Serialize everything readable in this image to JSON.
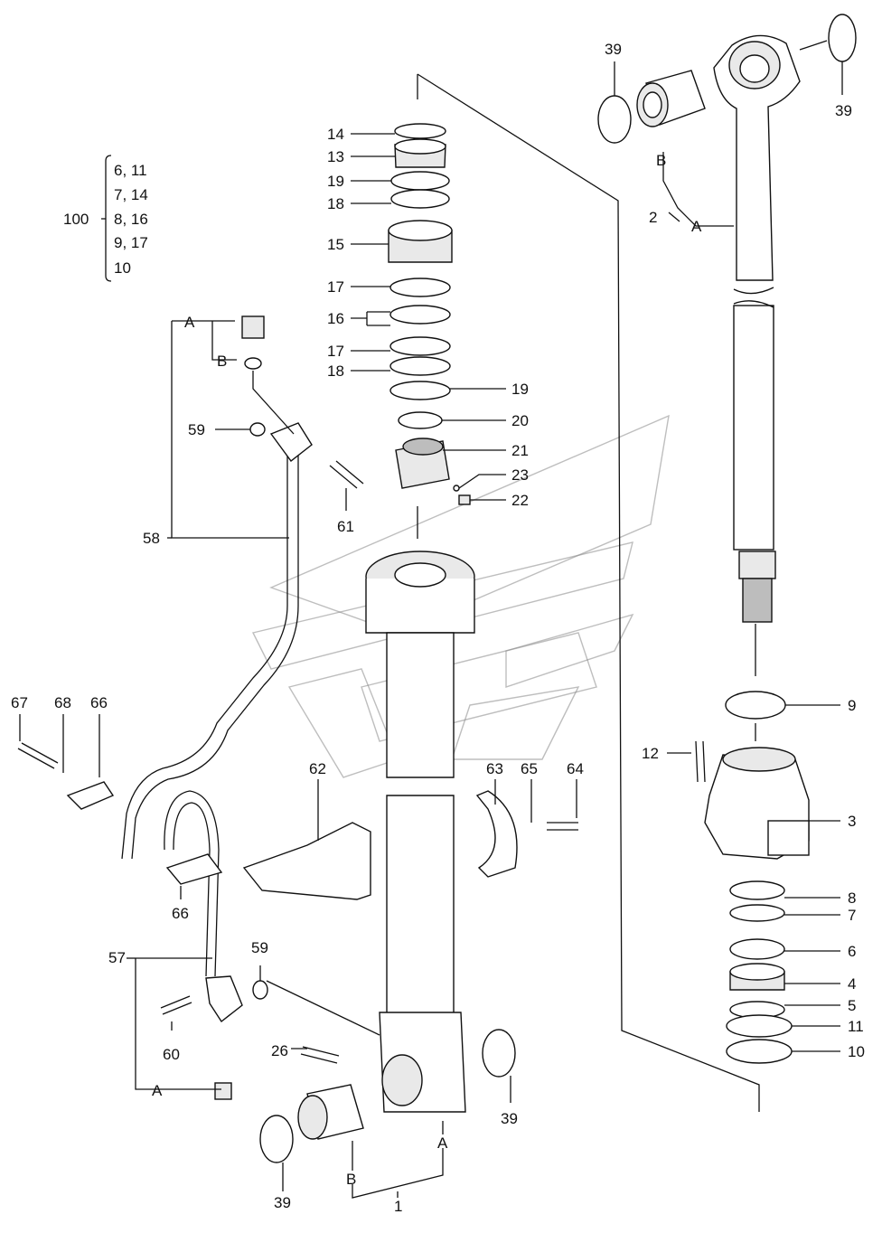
{
  "callouts": {
    "p1": "1",
    "p2": "2",
    "p3": "3",
    "p4": "4",
    "p5": "5",
    "p6": "6",
    "p7": "7",
    "p8": "8",
    "p9": "9",
    "p10": "10",
    "p11": "11",
    "p12": "12",
    "p13": "13",
    "p14": "14",
    "p15": "15",
    "p16": "16",
    "p17a": "17",
    "p17b": "17",
    "p18a": "18",
    "p18b": "18",
    "p19a": "19",
    "p19b": "19",
    "p20": "20",
    "p21": "21",
    "p22": "22",
    "p23": "23",
    "p26": "26",
    "p39a": "39",
    "p39b": "39",
    "p39c": "39",
    "p39d": "39",
    "p57": "57",
    "p58": "58",
    "p59a": "59",
    "p59b": "59",
    "p60": "60",
    "p61": "61",
    "p62": "62",
    "p63": "63",
    "p64": "64",
    "p65": "65",
    "p66a": "66",
    "p66b": "66",
    "p67": "67",
    "p68": "68"
  },
  "letters": {
    "a_rod": "A",
    "b_rod": "B",
    "a_tube": "A",
    "b_tube": "B",
    "a_pipe_top": "A",
    "b_pipe_top": "B",
    "a_pipe_bottom": "A"
  },
  "kit": {
    "number": "100",
    "rows": [
      "6, 11",
      "7, 14",
      "8, 16",
      "9, 17",
      "10"
    ]
  }
}
